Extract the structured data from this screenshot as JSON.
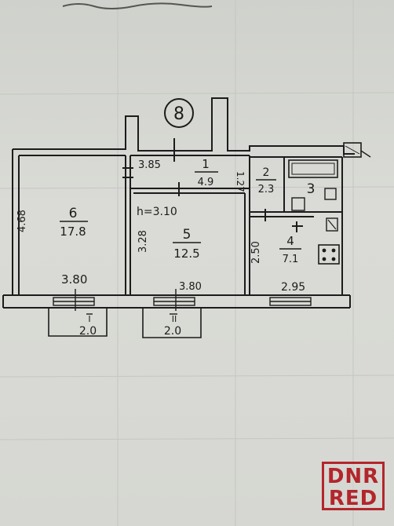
{
  "plan": {
    "unit_number": "8",
    "ceiling_height": "h=3.10",
    "rooms": [
      {
        "number": "1",
        "area": "4.9"
      },
      {
        "number": "2",
        "area": "2.3"
      },
      {
        "number": "3",
        "area": ""
      },
      {
        "number": "4",
        "area": "7.1"
      },
      {
        "number": "5",
        "area": "12.5"
      },
      {
        "number": "6",
        "area": "17.8"
      }
    ],
    "dimensions": {
      "hall_width": "3.85",
      "hall_depth": "1.27",
      "room6_depth": "4.68",
      "room6_width": "3.80",
      "room5_depth": "3.28",
      "room5_width": "3.80",
      "kitchen_depth": "2.50",
      "kitchen_width": "2.95"
    },
    "windows": [
      {
        "mark": "I",
        "size": "2.0"
      },
      {
        "mark": "II",
        "size": "2.0"
      }
    ]
  },
  "watermark": {
    "line1": "DNR",
    "line2": "RED"
  },
  "colors": {
    "ink": "#1c1c1c",
    "paper": "#d8d9d4",
    "brand": "#b3262c"
  }
}
